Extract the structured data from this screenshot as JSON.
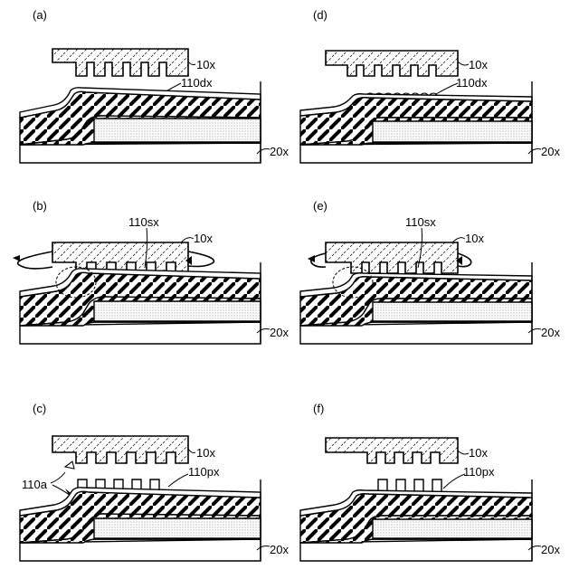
{
  "panels": [
    {
      "id": "a",
      "label": "(a)",
      "mold_label": "10x",
      "substrate_label": "20x",
      "material_label": "110dx",
      "stage": "droplets",
      "variant": "wide"
    },
    {
      "id": "b",
      "label": "(b)",
      "mold_label": "10x",
      "substrate_label": "20x",
      "material_label": "110sx",
      "stage": "pressing",
      "variant": "wide"
    },
    {
      "id": "c",
      "label": "(c)",
      "mold_label": "10x",
      "substrate_label": "20x",
      "material_label": "110px",
      "extra_label": "110a",
      "stage": "released",
      "variant": "wide"
    },
    {
      "id": "d",
      "label": "(d)",
      "mold_label": "10x",
      "substrate_label": "20x",
      "material_label": "110dx",
      "stage": "droplets",
      "variant": "narrow"
    },
    {
      "id": "e",
      "label": "(e)",
      "mold_label": "10x",
      "substrate_label": "20x",
      "material_label": "110sx",
      "stage": "pressing",
      "variant": "narrow"
    },
    {
      "id": "f",
      "label": "(f)",
      "mold_label": "10x",
      "substrate_label": "20x",
      "material_label": "110px",
      "stage": "released",
      "variant": "narrow"
    }
  ]
}
